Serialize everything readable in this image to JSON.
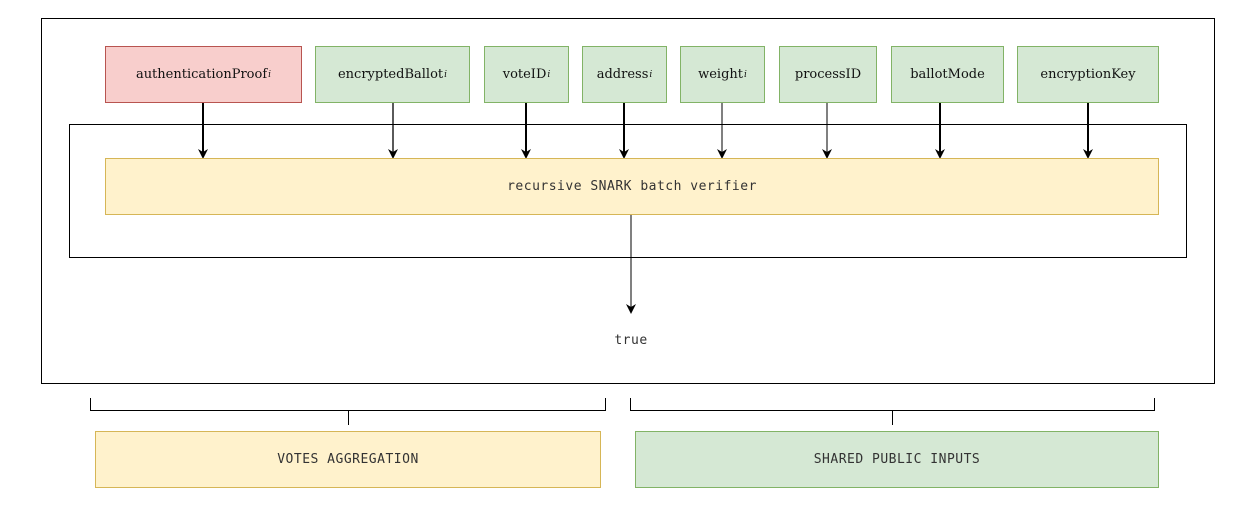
{
  "inputs": [
    {
      "label": "authenticationProof",
      "sub": "i",
      "style": "red"
    },
    {
      "label": "encryptedBallot",
      "sub": "i",
      "style": "green"
    },
    {
      "label": "voteID",
      "sub": "i",
      "style": "green"
    },
    {
      "label": "address",
      "sub": "i",
      "style": "green"
    },
    {
      "label": "weight",
      "sub": "i",
      "style": "green"
    },
    {
      "label": "processID",
      "sub": "",
      "style": "green"
    },
    {
      "label": "ballotMode",
      "sub": "",
      "style": "green"
    },
    {
      "label": "encryptionKey",
      "sub": "",
      "style": "green"
    }
  ],
  "verifier": {
    "label": "recursive SNARK batch verifier"
  },
  "output": {
    "label": "true"
  },
  "groups": {
    "votes_aggregation": "VOTES AGGREGATION",
    "shared_public_inputs": "SHARED PUBLIC INPUTS"
  },
  "colors": {
    "red_fill": "#f8cecc",
    "green_fill": "#d5e8d4",
    "yellow_fill": "#fff2cc"
  }
}
